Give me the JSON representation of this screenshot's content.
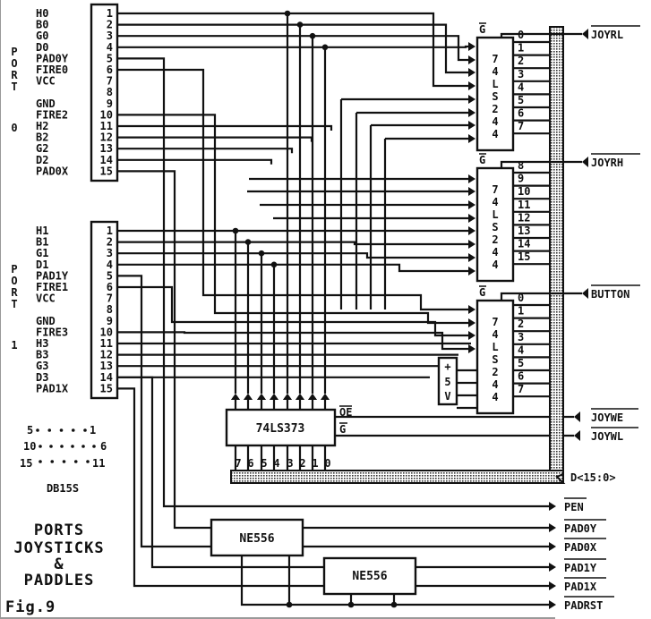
{
  "figure": {
    "title_lines": [
      "PORTS",
      "JOYSTICKS",
      "&",
      "PADDLES"
    ],
    "fig_label": "Fig.9"
  },
  "ports": [
    {
      "label_letters": [
        "P",
        "O",
        "R",
        "T"
      ],
      "number": "0",
      "pins": [
        {
          "num": "1",
          "name": "H0"
        },
        {
          "num": "2",
          "name": "B0"
        },
        {
          "num": "3",
          "name": "G0"
        },
        {
          "num": "4",
          "name": "D0"
        },
        {
          "num": "5",
          "name": "PAD0Y"
        },
        {
          "num": "6",
          "name": "FIRE0"
        },
        {
          "num": "7",
          "name": "VCC"
        },
        {
          "num": "8",
          "name": ""
        },
        {
          "num": "9",
          "name": "GND"
        },
        {
          "num": "10",
          "name": "FIRE2"
        },
        {
          "num": "11",
          "name": "H2"
        },
        {
          "num": "12",
          "name": "B2"
        },
        {
          "num": "13",
          "name": "G2"
        },
        {
          "num": "14",
          "name": "D2"
        },
        {
          "num": "15",
          "name": "PAD0X"
        }
      ]
    },
    {
      "label_letters": [
        "P",
        "O",
        "R",
        "T"
      ],
      "number": "1",
      "pins": [
        {
          "num": "1",
          "name": "H1"
        },
        {
          "num": "2",
          "name": "B1"
        },
        {
          "num": "3",
          "name": "G1"
        },
        {
          "num": "4",
          "name": "D1"
        },
        {
          "num": "5",
          "name": "PAD1Y"
        },
        {
          "num": "6",
          "name": "FIRE1"
        },
        {
          "num": "7",
          "name": "VCC"
        },
        {
          "num": "8",
          "name": ""
        },
        {
          "num": "9",
          "name": "GND"
        },
        {
          "num": "10",
          "name": "FIRE3"
        },
        {
          "num": "11",
          "name": "H3"
        },
        {
          "num": "12",
          "name": "B3"
        },
        {
          "num": "13",
          "name": "G3"
        },
        {
          "num": "14",
          "name": "D3"
        },
        {
          "num": "15",
          "name": "PAD1X"
        }
      ]
    }
  ],
  "connector": {
    "rows": [
      {
        "left": "5",
        "right": "1"
      },
      {
        "left": "10",
        "right": "6"
      },
      {
        "left": "15",
        "right": "11"
      }
    ],
    "name": "DB15S"
  },
  "buffers": [
    {
      "chip_letters": [
        "7",
        "4",
        "L",
        "S",
        "2",
        "4",
        "4"
      ],
      "enable": "G",
      "outputs": [
        "0",
        "1",
        "2",
        "3",
        "4",
        "5",
        "6",
        "7"
      ],
      "enable_signal": "JOYRL"
    },
    {
      "chip_letters": [
        "7",
        "4",
        "L",
        "S",
        "2",
        "4",
        "4"
      ],
      "enable": "G",
      "outputs": [
        "8",
        "9",
        "10",
        "11",
        "12",
        "13",
        "14",
        "15"
      ],
      "enable_signal": "JOYRH"
    },
    {
      "chip_letters": [
        "7",
        "4",
        "L",
        "S",
        "2",
        "4",
        "4"
      ],
      "enable": "G",
      "outputs": [
        "0",
        "1",
        "2",
        "3",
        "4",
        "5",
        "6",
        "7"
      ],
      "enable_signal": "BUTTON"
    }
  ],
  "power": {
    "letters": [
      "+",
      "5",
      "V"
    ]
  },
  "latch": {
    "chip": "74LS373",
    "oe_label": "OE",
    "g_label": "G",
    "bits": [
      "7",
      "6",
      "5",
      "4",
      "3",
      "2",
      "1",
      "0"
    ],
    "oe_signal": "JOYWE",
    "g_signal": "JOYWL"
  },
  "bus_label": "D<15:0>",
  "timers": [
    {
      "chip": "NE556"
    },
    {
      "chip": "NE556"
    }
  ],
  "outputs": {
    "pen": "PEN",
    "pad0y": "PAD0Y",
    "pad0x": "PAD0X",
    "pad1y": "PAD1Y",
    "pad1x": "PAD1X",
    "padrst": "PADRST"
  }
}
